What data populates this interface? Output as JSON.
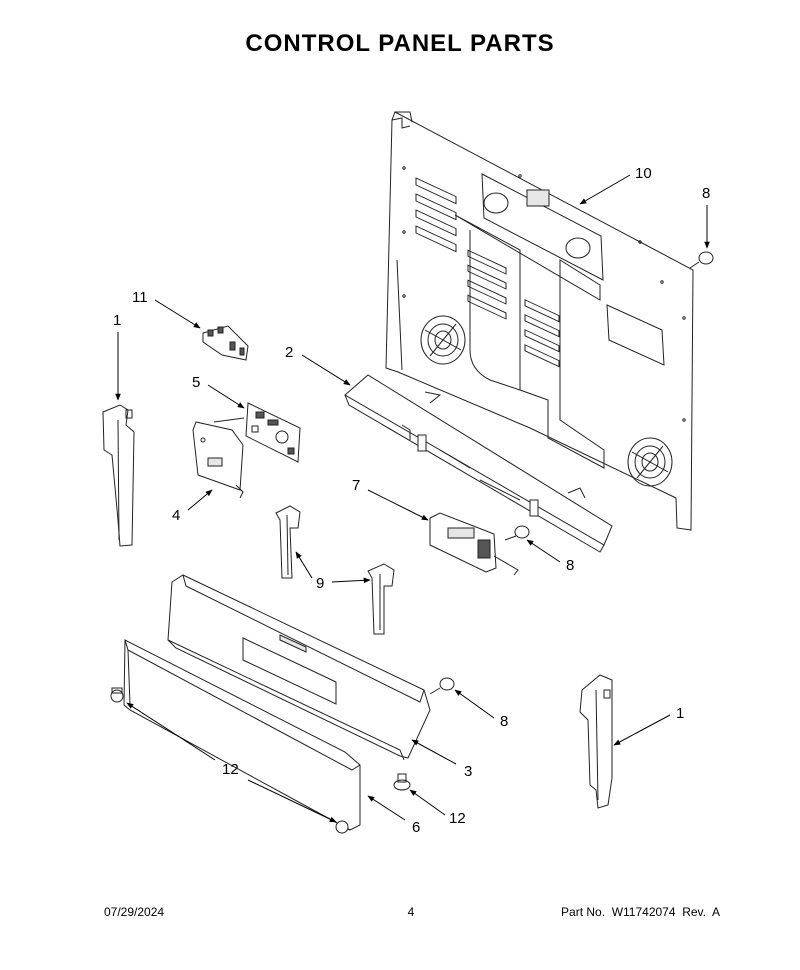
{
  "title": "CONTROL PANEL PARTS",
  "callouts": [
    "10",
    "8",
    "11",
    "1",
    "2",
    "5",
    "4",
    "7",
    "8",
    "9",
    "8",
    "1",
    "3",
    "12",
    "12",
    "6"
  ],
  "footer": {
    "date": "07/29/2024",
    "page": "4",
    "part_no": "Part No.  W11742074  Rev.  A"
  }
}
